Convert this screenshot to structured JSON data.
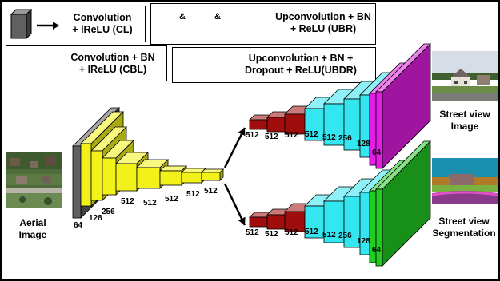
{
  "legend": {
    "cl": {
      "label": "Convolution\n+ lReLU (CL)",
      "color": "#606060"
    },
    "ubr": {
      "label": "Upconvolution + BN\n+ ReLU (UBR)",
      "colors": [
        "#33e6f0",
        "#e51ee5",
        "#22cc22"
      ],
      "amp": "&"
    },
    "cbl": {
      "label": "Convolution + BN\n+ lReLU (CBL)",
      "color": "#f2f21a"
    },
    "ubdr": {
      "label": "Upconvolution + BN +\nDropout + ReLU(UBDR)",
      "color": "#a00d0d"
    }
  },
  "captions": {
    "aerial": "Aerial\nImage",
    "street_view": "Street view\nImage",
    "segmentation": "Street view\nSegmentation"
  },
  "encoder_labels": [
    "64",
    "128",
    "256",
    "512",
    "512",
    "512",
    "512",
    "512"
  ],
  "decoder_top_labels": [
    "512",
    "512",
    "512",
    "512",
    "512",
    "256",
    "128",
    "64"
  ],
  "decoder_bottom_labels": [
    "512",
    "512",
    "512",
    "512",
    "512",
    "256",
    "128",
    "64"
  ]
}
